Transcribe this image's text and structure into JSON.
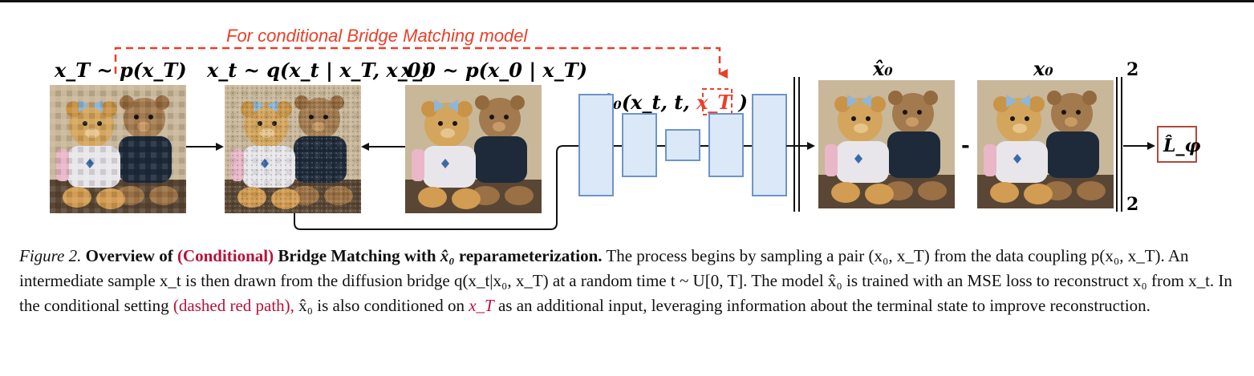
{
  "diagram": {
    "conditional_label": "For conditional Bridge Matching model",
    "labels": {
      "xT": "x_T ~ p(x_T)",
      "xt": "x_t ~ q(x_t | x_T, x_0)",
      "x0": "x_0 ~ p(x_0 | x_T)",
      "model_prefix": "x̂₀(x_t, t,",
      "model_cond": "x_T",
      "model_suffix": ")",
      "pred": "x̂₀",
      "target": "x₀",
      "minus": "-",
      "norm_sup": "2",
      "norm_sub": "2",
      "loss": "L̂_φ"
    },
    "colors": {
      "accent_red": "#e8402a",
      "caption_red": "#b5123a",
      "block_fill": "#dbe8f8",
      "block_stroke": "#6d95c8"
    }
  },
  "caption": {
    "figure_label": "Figure 2.",
    "title_part1": "Overview of",
    "title_conditional": "(Conditional)",
    "title_part2": "Bridge Matching with",
    "title_math": "x̂₀",
    "title_part3": "reparameterization.",
    "s1": "The process begins by sampling a pair (x₀, x_T)",
    "s2": "from the data coupling p(x₀, x_T). An intermediate sample x_t is then drawn from the diffusion bridge q(x_t|x₀, x_T) at a random time",
    "s3a": "t ~ U[0, T]. The model x̂₀ is trained with an MSE loss to reconstruct x₀ from x_t. In the conditional setting",
    "s3_red": "(dashed red path),",
    "s3b": "x̂₀ is also",
    "s4a": "conditioned on",
    "s4_red": "x_T",
    "s4b": "as an additional input, leveraging information about the terminal state to improve reconstruction."
  }
}
